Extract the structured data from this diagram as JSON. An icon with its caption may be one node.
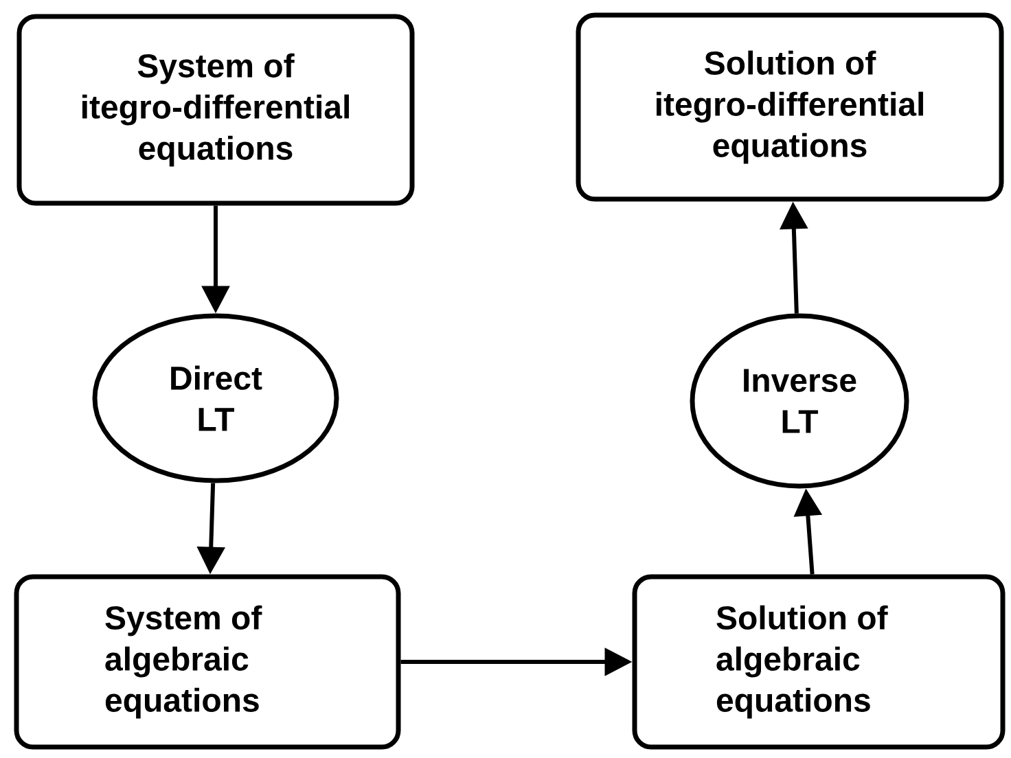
{
  "diagram": {
    "nodes": [
      {
        "text": [
          "System of itegro-differential equations"
        ]
      },
      {
        "text": [
          "Direct LT"
        ]
      },
      {
        "text": [
          "System of algebraic equations"
        ]
      },
      {
        "text": [
          "Solution of itegro-differential equations"
        ]
      },
      {
        "text": [
          "Inverse LT"
        ]
      },
      {
        "text": [
          "Solution of algebraic equations"
        ]
      }
    ],
    "edges": [
      {
        "from": 0,
        "to": 1,
        "arrow": "to"
      },
      {
        "from": 1,
        "to": 2,
        "arrow": "to"
      },
      {
        "from": 2,
        "to": 5,
        "arrow": "to"
      },
      {
        "from": 5,
        "to": 4,
        "arrow": "to"
      },
      {
        "from": 4,
        "to": 3,
        "arrow": "to"
      }
    ]
  }
}
